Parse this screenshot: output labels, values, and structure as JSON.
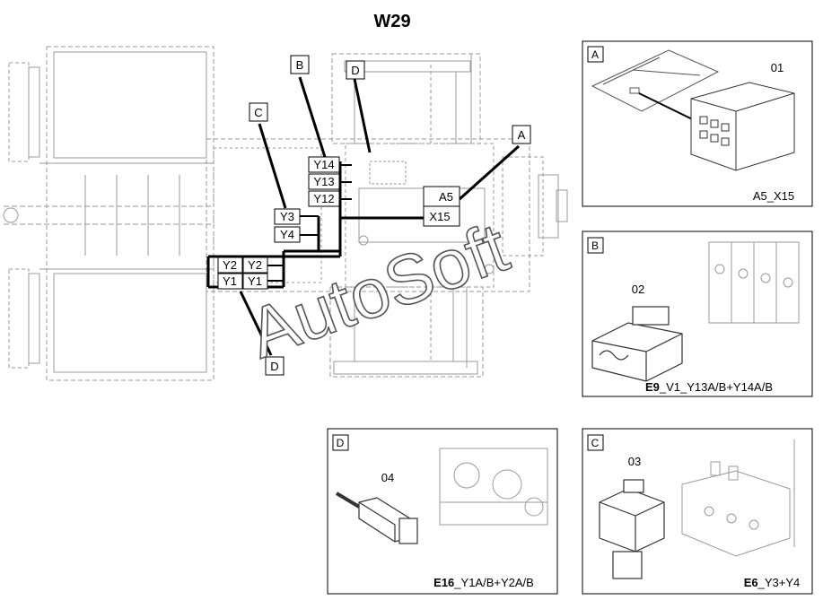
{
  "title": "W29",
  "watermark": "AutoSoft",
  "main_labels": {
    "A": "A",
    "B": "B",
    "C": "C",
    "D_top": "D",
    "D_bottom": "D",
    "Y14": "Y14",
    "Y13": "Y13",
    "Y12": "Y12",
    "Y3": "Y3",
    "Y4": "Y4",
    "Y2a": "Y2",
    "Y2b": "Y2",
    "Y1a": "Y1",
    "Y1b": "Y1",
    "A5": "A5",
    "X15": "X15"
  },
  "panels": {
    "A": {
      "letter": "A",
      "part": "01",
      "caption": "A5_X15"
    },
    "B": {
      "letter": "B",
      "part": "02",
      "caption_bold": "E9",
      "caption": "_V1_Y13A/B+Y14A/B"
    },
    "D": {
      "letter": "D",
      "part": "04",
      "caption_bold": "E16",
      "caption": "_Y1A/B+Y2A/B"
    },
    "C": {
      "letter": "C",
      "part": "03",
      "caption_bold": "E6",
      "caption": "_Y3+Y4"
    }
  }
}
